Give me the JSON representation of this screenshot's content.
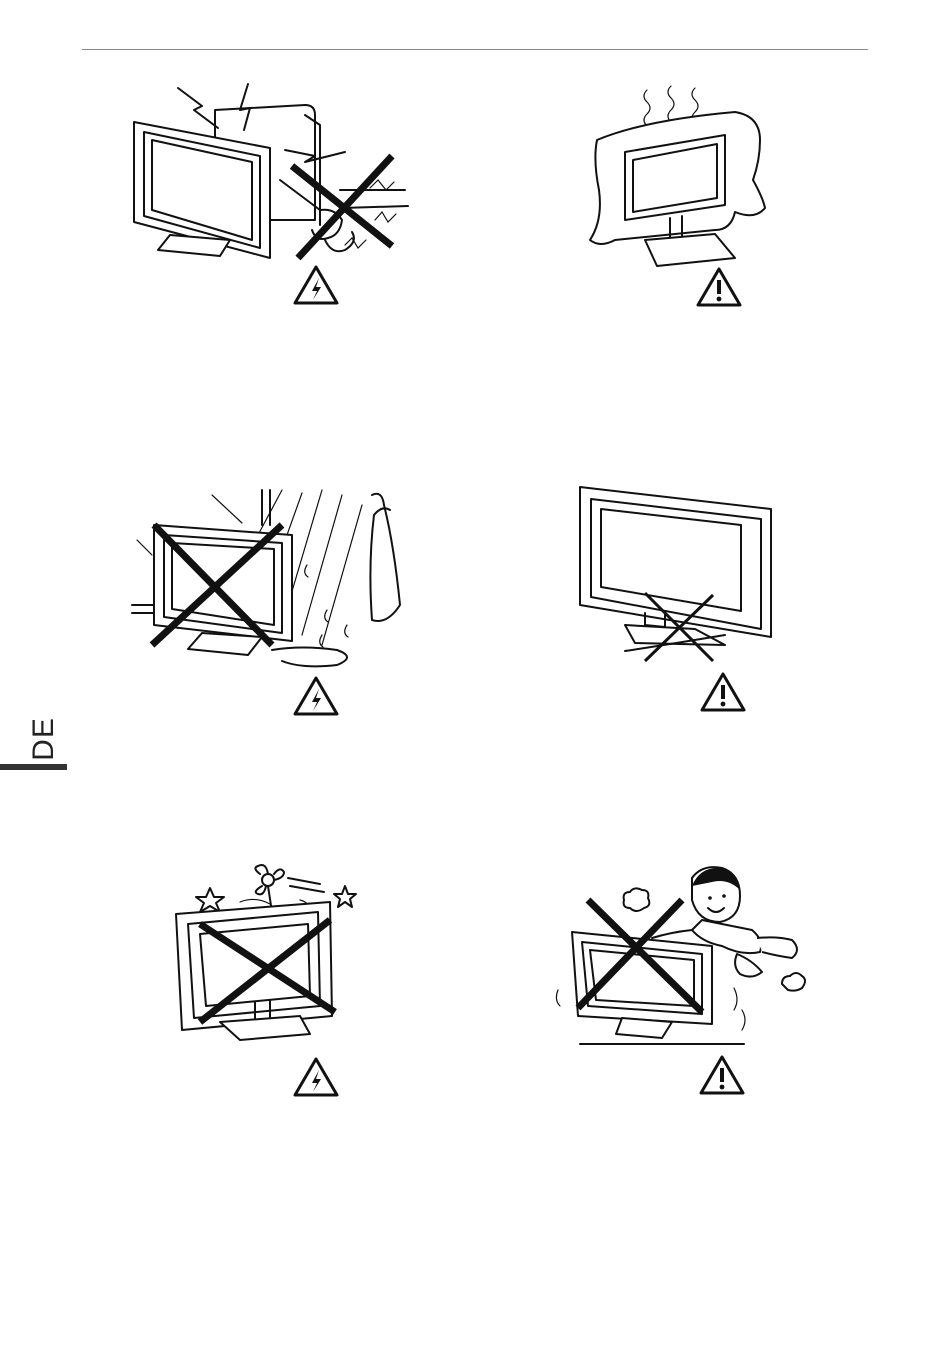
{
  "page": {
    "language_tab": "DE",
    "accent_color": "#333333"
  },
  "panels": [
    {
      "id": "p1",
      "prohibited": true,
      "warning_icon": "electric-shock-warning-icon"
    },
    {
      "id": "p2",
      "prohibited": false,
      "warning_icon": "caution-exclamation-icon"
    },
    {
      "id": "p3",
      "prohibited": true,
      "warning_icon": "electric-shock-warning-icon"
    },
    {
      "id": "p4",
      "prohibited": true,
      "warning_icon": "caution-exclamation-icon"
    },
    {
      "id": "p5",
      "prohibited": true,
      "warning_icon": "electric-shock-warning-icon"
    },
    {
      "id": "p6",
      "prohibited": true,
      "warning_icon": "caution-exclamation-icon"
    }
  ]
}
